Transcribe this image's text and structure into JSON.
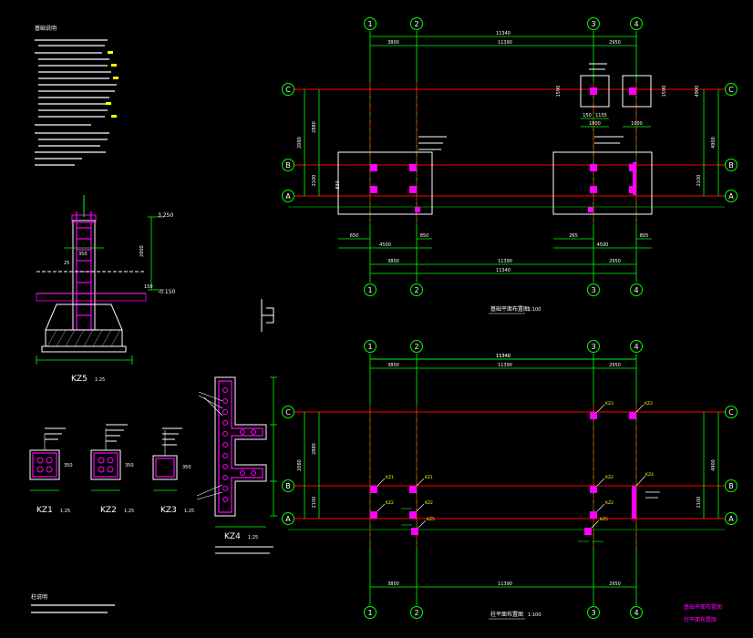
{
  "colors": {
    "background": "#000000",
    "axis_line": "#00ff00",
    "grid_red": "#ff0000",
    "column": "#ff00ff",
    "dimension": "#00ff00",
    "text_white": "#ffffff",
    "text_yellow": "#ffff00",
    "detail_white": "#ffffff"
  },
  "axes": {
    "vertical": [
      "1",
      "2",
      "3",
      "4"
    ],
    "horizontal": [
      "C",
      "B",
      "A"
    ]
  },
  "dims": {
    "total": "11340",
    "bay_left": "3800",
    "bay_mid": "11390",
    "bay_right": "2950",
    "span_left": "2080",
    "span_right": "4900",
    "span_a_b": "2100",
    "span_b_c": "2880",
    "offset_830": "830",
    "width_4500": "4500",
    "w650": "650",
    "w850": "850",
    "w265": "265",
    "w805": "805",
    "w1000": "1000",
    "w150": "150",
    "w1590": "1590",
    "w1155": "1155"
  },
  "plan_top": {
    "title": "基础平面布置图",
    "scale": "1:100"
  },
  "plan_bottom": {
    "title": "柱平面布置图",
    "scale": "1:100"
  },
  "legend": [
    "基础平面布置图",
    "柱平面布置图"
  ],
  "notes_title": "基础说明",
  "notes_footer_title": "柱说明",
  "details": {
    "kz5": {
      "label": "KZ5",
      "scale": "1:25",
      "level_top": "3.250",
      "level_bot": "-0.150",
      "dim_2800": "2800",
      "dim_350": "350",
      "dim_25": "25",
      "dim_150": "150"
    },
    "kz1": {
      "label": "KZ1",
      "scale": "1:25",
      "dim": "350"
    },
    "kz2": {
      "label": "KZ2",
      "scale": "1:25",
      "dim": "350"
    },
    "kz3": {
      "label": "KZ3",
      "scale": "1:25",
      "dim": "350"
    },
    "kz4": {
      "label": "KZ4",
      "scale": "1:25"
    }
  },
  "marks": [
    "KZ1",
    "KZ2",
    "KZ3",
    "KZ4",
    "KZ5"
  ]
}
